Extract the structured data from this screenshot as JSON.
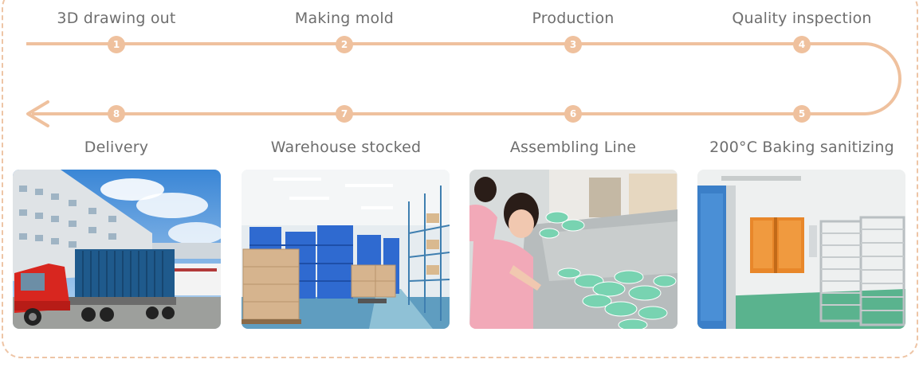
{
  "colors": {
    "accent": "#efc19e",
    "label_text": "#6e6e6e",
    "frame": "#eec5a6"
  },
  "steps": [
    {
      "number": "1",
      "label": "3D drawing out"
    },
    {
      "number": "2",
      "label": "Making mold"
    },
    {
      "number": "3",
      "label": "Production"
    },
    {
      "number": "4",
      "label": "Quality inspection"
    },
    {
      "number": "5",
      "label": "200°C Baking sanitizing"
    },
    {
      "number": "6",
      "label": "Assembling Line"
    },
    {
      "number": "7",
      "label": "Warehouse stocked"
    },
    {
      "number": "8",
      "label": "Delivery"
    }
  ],
  "photos": [
    {
      "subject": "container truck in front of factory building"
    },
    {
      "subject": "warehouse with blue crates and cartons"
    },
    {
      "subject": "workers assembling packets on line"
    },
    {
      "subject": "baking oven room with steel racks"
    }
  ]
}
